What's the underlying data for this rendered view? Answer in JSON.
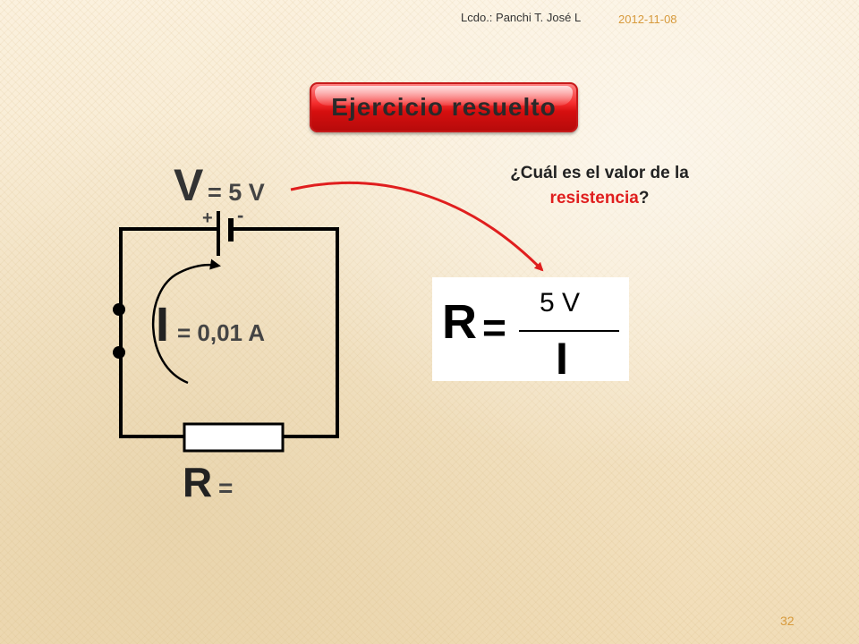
{
  "header": {
    "author": "Lcdo.: Panchi T. José L",
    "date": "2012-11-08"
  },
  "title": "Ejercicio resuelto",
  "question": {
    "text_before": "¿Cuál es el valor de la",
    "highlight": "resistencia",
    "text_after": "?"
  },
  "circuit": {
    "voltage_symbol": "V",
    "voltage_value": "= 5 V",
    "battery_plus": "+",
    "battery_minus": "-",
    "current_symbol": "I",
    "current_value": "= 0,01 A",
    "resistance_symbol": "R",
    "resistance_value": "="
  },
  "formula": {
    "lhs": "R",
    "equals": "=",
    "numerator": "5 V",
    "denominator": "I"
  },
  "footer": {
    "page_number": "32"
  },
  "colors": {
    "accent_red": "#e01e1e",
    "date_orange": "#d79a3c",
    "title_button": "#e21818"
  }
}
